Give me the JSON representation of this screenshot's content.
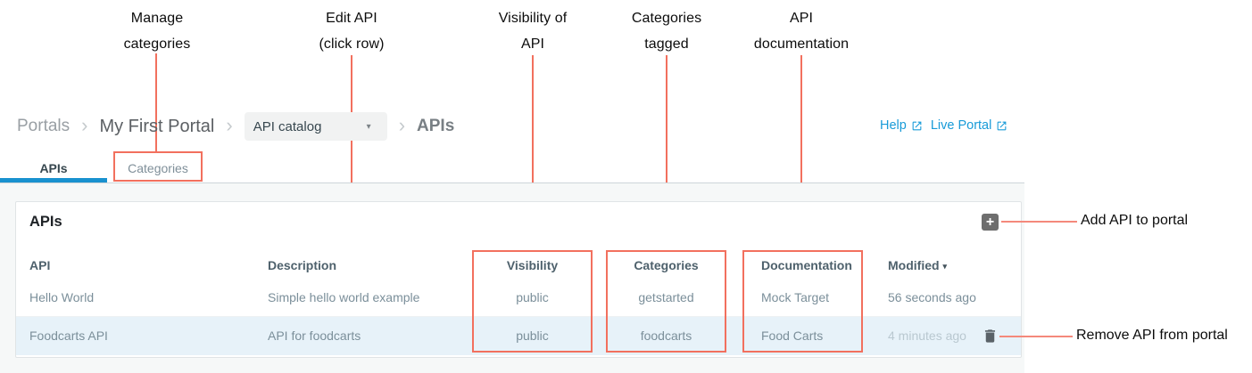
{
  "colors": {
    "callout_red": "#f2705e",
    "link_blue": "#189bd8",
    "active_tab_blue": "#1991cf",
    "row_highlight_blue": "#e7f2f9",
    "add_button_gray": "#6e6e6e"
  },
  "callouts": {
    "manage_categories": {
      "line1": "Manage",
      "line2": "categories"
    },
    "edit_api": {
      "line1": "Edit API",
      "line2": "(click row)"
    },
    "visibility_of_api": {
      "line1": "Visibility of",
      "line2": "API"
    },
    "categories_tagged": {
      "line1": "Categories",
      "line2": "tagged"
    },
    "api_documentation": {
      "line1": "API",
      "line2": "documentation"
    },
    "add_api": "Add API to portal",
    "remove_api": "Remove API from portal"
  },
  "breadcrumb": {
    "portals": "Portals",
    "separator": "›",
    "portal_name": "My First Portal",
    "dropdown_value": "API catalog",
    "dropdown_caret": "▾",
    "current": "APIs"
  },
  "links": {
    "help": "Help",
    "live_portal": "Live Portal"
  },
  "tabs": {
    "apis": "APIs",
    "categories": "Categories"
  },
  "panel": {
    "title": "APIs",
    "add_button_glyph": "+"
  },
  "table": {
    "headers": {
      "api": "API",
      "description": "Description",
      "visibility": "Visibility",
      "categories": "Categories",
      "documentation": "Documentation",
      "modified": "Modified",
      "sort_caret": "▾"
    },
    "rows": [
      {
        "api": "Hello World",
        "description": "Simple hello world example",
        "visibility": "public",
        "categories": "getstarted",
        "documentation": "Mock Target",
        "modified": "56 seconds ago"
      },
      {
        "api": "Foodcarts API",
        "description": "API for foodcarts",
        "visibility": "public",
        "categories": "foodcarts",
        "documentation": "Food Carts",
        "modified": "4 minutes ago"
      }
    ]
  }
}
